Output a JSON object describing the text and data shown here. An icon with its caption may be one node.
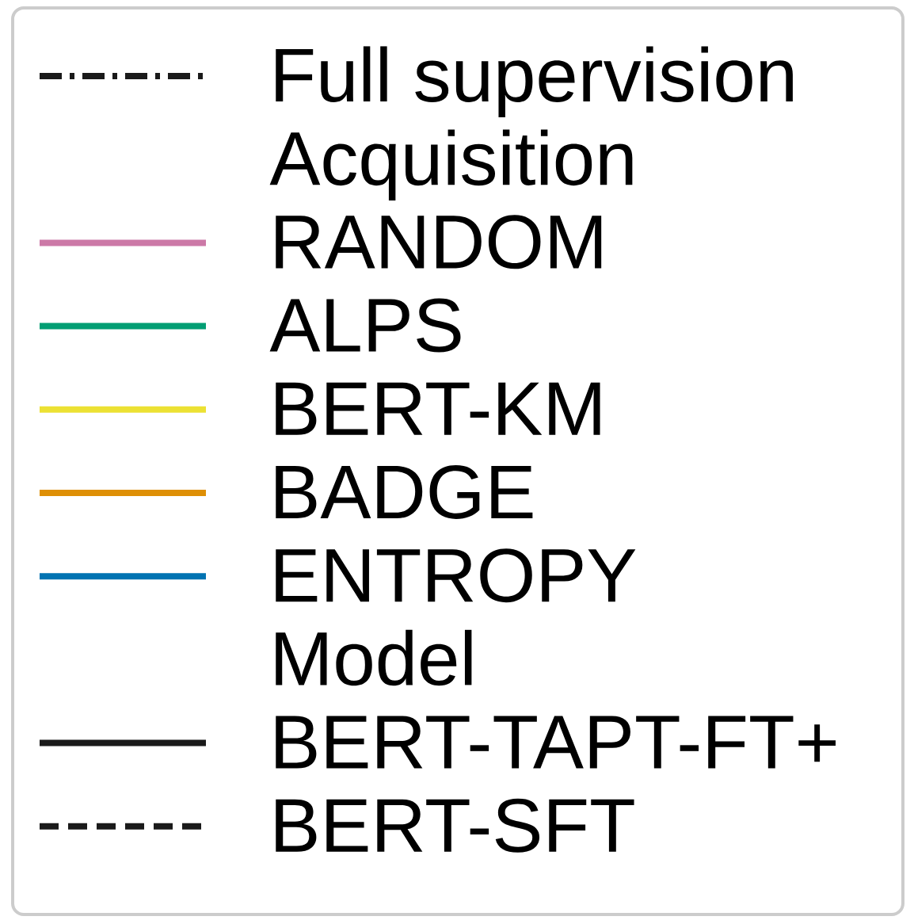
{
  "diagram": {
    "legend": [
      {
        "text": "Full supervision",
        "color": "#1a1a1a"
      },
      {
        "text": "Acquisition"
      },
      {
        "text": "RANDOM",
        "color": "#cc79a7"
      },
      {
        "text": "ALPS",
        "color": "#029e73"
      },
      {
        "text": "BERT-KM",
        "color": "#ece133"
      },
      {
        "text": "BADGE",
        "color": "#de8f05"
      },
      {
        "text": "ENTROPY",
        "color": "#0173b2"
      },
      {
        "text": "Model"
      },
      {
        "text": "BERT-TAPT-FT+",
        "color": "#1a1a1a"
      },
      {
        "text": "BERT-SFT",
        "color": "#1a1a1a"
      }
    ]
  }
}
